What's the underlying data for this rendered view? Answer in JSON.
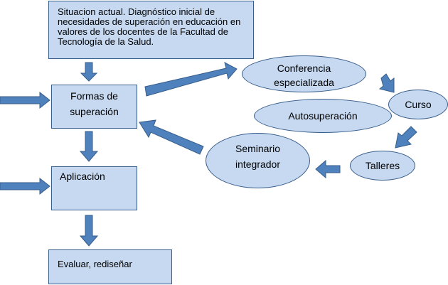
{
  "colors": {
    "shape_fill": "#c6d9f1",
    "shape_border": "#385d8a",
    "arrow_fill": "#4f81bd"
  },
  "boxes": {
    "situacion": "Situacion actual. Diagnóstico inicial de necesidades de superación en educación en valores de los docentes de la Facultad de Tecnología de la Salud.",
    "formas": "Formas de superación",
    "aplicacion": "Aplicación",
    "evaluar": "Evaluar, rediseñar"
  },
  "ellipses": {
    "conferencia": "Conferencia especializada",
    "curso": "Curso",
    "autosuperacion": "Autosuperación",
    "seminario": "Seminario integrador",
    "talleres": "Talleres"
  }
}
